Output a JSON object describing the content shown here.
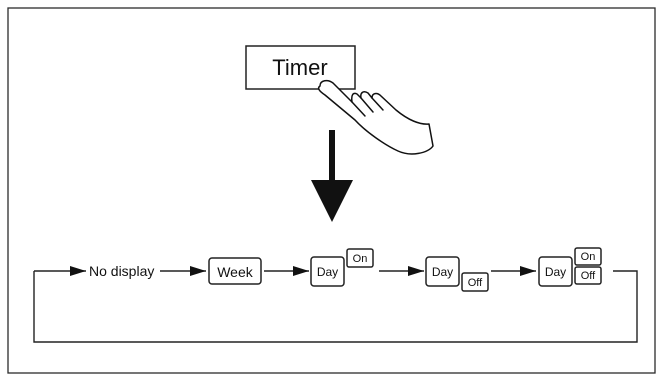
{
  "timer_button": {
    "label": "Timer"
  },
  "sequence": {
    "items": [
      {
        "label": "No display"
      },
      {
        "label": "Week"
      },
      {
        "label": "Day",
        "badge": "On"
      },
      {
        "label": "Day",
        "badge": "Off"
      },
      {
        "label": "Day",
        "badge_top": "On",
        "badge_bottom": "Off"
      }
    ]
  },
  "icons": {
    "hand": "pointing-hand-icon",
    "down_arrow": "down-arrow-icon",
    "loop_arrow": "loop-arrow-icon"
  }
}
